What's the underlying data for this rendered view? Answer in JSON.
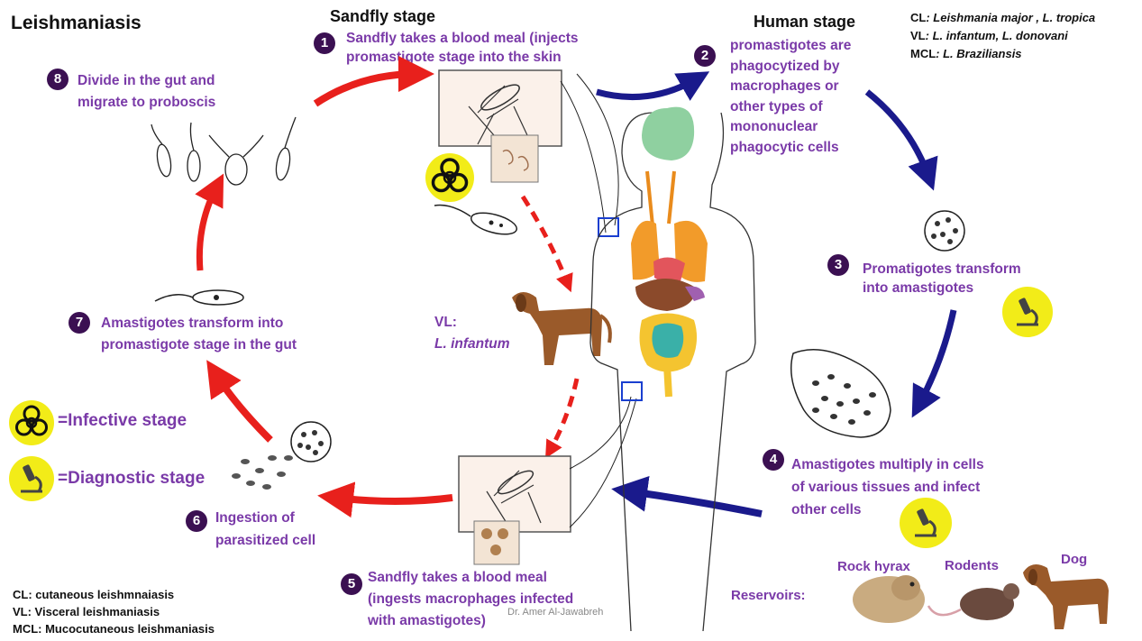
{
  "title": "Leishmaniasis",
  "headings": {
    "sandfly": "Sandfly stage",
    "human": "Human stage"
  },
  "species": [
    {
      "abbr": "CL",
      "names": ": Leishmania major , L. tropica"
    },
    {
      "abbr": "VL",
      "names": ": L. infantum, L. donovani"
    },
    {
      "abbr": "MCL",
      "names": ": L. Braziliansis"
    }
  ],
  "steps": [
    {
      "num": "1",
      "lines": [
        "Sandfly takes a blood meal (injects",
        "promastigote stage into the skin"
      ]
    },
    {
      "num": "2",
      "lines": [
        "promastigotes are",
        "phagocytized by",
        "macrophages or",
        "other types of",
        "mononuclear",
        "phagocytic cells"
      ]
    },
    {
      "num": "3",
      "lines": [
        "Promatigotes transform",
        "into amastigotes"
      ]
    },
    {
      "num": "4",
      "lines": [
        "Amastigotes multiply in cells",
        "of various tissues and infect",
        "other cells"
      ]
    },
    {
      "num": "5",
      "lines": [
        "Sandfly takes a blood meal",
        "(ingests macrophages infected",
        "with amastigotes)"
      ]
    },
    {
      "num": "6",
      "lines": [
        "Ingestion of",
        "parasitized cell"
      ]
    },
    {
      "num": "7",
      "lines": [
        "Amastigotes transform into",
        "promastigote stage in the gut"
      ]
    },
    {
      "num": "8",
      "lines": [
        "Divide in the gut and",
        "migrate to proboscis"
      ]
    }
  ],
  "vl_label": {
    "line1": "VL:",
    "line2": "L. infantum"
  },
  "legend": {
    "infective": "=Infective stage",
    "diagnostic": "=Diagnostic stage"
  },
  "abbreviations": [
    "CL: cutaneous leishmnaiasis",
    "VL: Visceral leishmaniasis",
    "MCL: Mucocutaneous leishmaniasis"
  ],
  "credit": "Dr. Amer Al-Jawabreh",
  "reservoirs": {
    "label": "Reservoirs:",
    "animals": [
      "Rock hyrax",
      "Rodents",
      "Dog"
    ]
  },
  "icons": [
    "biohazard-icon",
    "microscope-icon",
    "sandfly-icon",
    "dog-icon",
    "human-body-icon",
    "hyrax-icon",
    "rodent-icon"
  ],
  "colors": {
    "infective_arrows": "#e8201c",
    "human_arrows": "#1a1a8c",
    "step_text": "#7a3aa8",
    "badge": "#f2ec18",
    "number_circle": "#3b1052"
  }
}
